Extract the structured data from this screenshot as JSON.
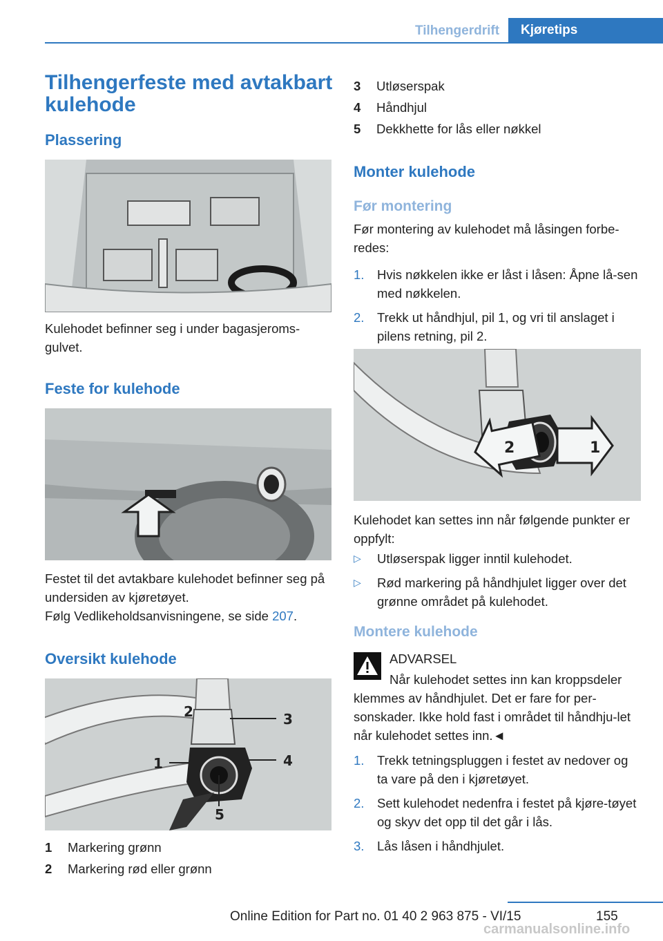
{
  "header": {
    "tab_section": "Tilhengerdrift",
    "tab_active": "Kjøretips"
  },
  "left": {
    "title": "Tilhengerfeste med avtakbart kulehode",
    "plassering_heading": "Plassering",
    "plassering_text": "Kulehodet befinner seg i under bagasjeroms-gulvet.",
    "feste_heading": "Feste for kulehode",
    "feste_text": "Festet til det avtakbare kulehodet befinner seg på undersiden av kjøretøyet.",
    "folg_text": "Følg Vedlikeholdsanvisningene, se side",
    "folg_page": "207",
    "folg_end": ".",
    "oversikt_heading": "Oversikt kulehode",
    "fig_callouts": [
      "1",
      "2",
      "3",
      "4",
      "5"
    ],
    "legend": [
      {
        "num": "1",
        "text": "Markering grønn"
      },
      {
        "num": "2",
        "text": "Markering rød eller grønn"
      }
    ]
  },
  "right": {
    "legend": [
      {
        "num": "3",
        "text": "Utløserspak"
      },
      {
        "num": "4",
        "text": "Håndhjul"
      },
      {
        "num": "5",
        "text": "Dekkhette for lås eller nøkkel"
      }
    ],
    "monter_heading": "Monter kulehode",
    "for_montering_heading": "Før montering",
    "for_montering_text": "Før montering av kulehodet må låsingen forbe-redes:",
    "steps1": [
      {
        "n": "1.",
        "t": "Hvis nøkkelen ikke er låst i låsen: Åpne lå-sen med nøkkelen."
      },
      {
        "n": "2.",
        "t": "Trekk ut håndhjul, pil 1, og vri til anslaget i pilens retning, pil 2."
      }
    ],
    "fig_arrows": [
      "2",
      "1"
    ],
    "kan_settes_text": "Kulehodet kan settes inn når følgende punkter er oppfylt:",
    "conditions": [
      "Utløserspak ligger inntil kulehodet.",
      "Rød markering på håndhjulet ligger over det grønne området på kulehodet."
    ],
    "montere_heading": "Montere kulehode",
    "warning_title": "ADVARSEL",
    "warning_first": "Når kulehodet settes inn kan kroppsdeler",
    "warning_rest": "klemmes av håndhjulet. Det er fare for per-sonskader. Ikke hold fast i området til håndhju-let når kulehodet settes inn.◄",
    "steps2": [
      {
        "n": "1.",
        "t": "Trekk tetningspluggen i festet av nedover og ta vare på den i kjøretøyet."
      },
      {
        "n": "2.",
        "t": "Sett kulehodet nedenfra i festet på kjøre-tøyet og skyv det opp til det går i lås."
      },
      {
        "n": "3.",
        "t": "Lås låsen i håndhjulet."
      }
    ]
  },
  "footer": {
    "page_number": "155",
    "edition": "Online Edition for Part no. 01 40 2 963 875 - VI/15",
    "watermark": "carmanualsonline.info"
  }
}
